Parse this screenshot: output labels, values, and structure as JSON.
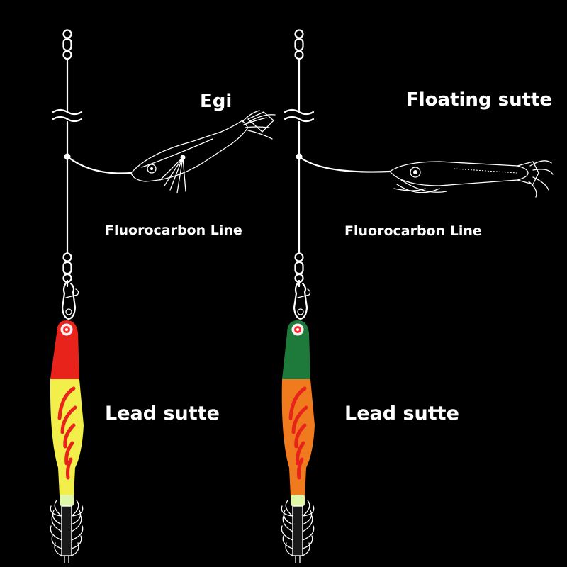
{
  "labels": {
    "egi": "Egi",
    "floating_sutte": "Floating sutte",
    "fluoro_left": "Fluorocarbon Line",
    "fluoro_right": "Fluorocarbon Line",
    "lead_left": "Lead sutte",
    "lead_right": "Lead sutte"
  },
  "colors": {
    "background": "#000000",
    "line": "#ffffff",
    "left_head": "#e8231c",
    "left_body": "#f2ef4a",
    "left_chevrons": "#e8231c",
    "right_head": "#1e7a3a",
    "right_body": "#f07a1e",
    "right_chevrons": "#e8231c",
    "eye": "#ff2b2b",
    "glow_band": "#dff7a8"
  },
  "icons": [
    "swivel-icon",
    "line-break-icon",
    "egi-lure-icon",
    "floating-sutte-lure-icon",
    "lead-sutte-lure-icon",
    "squid-jig-hooks-icon"
  ]
}
